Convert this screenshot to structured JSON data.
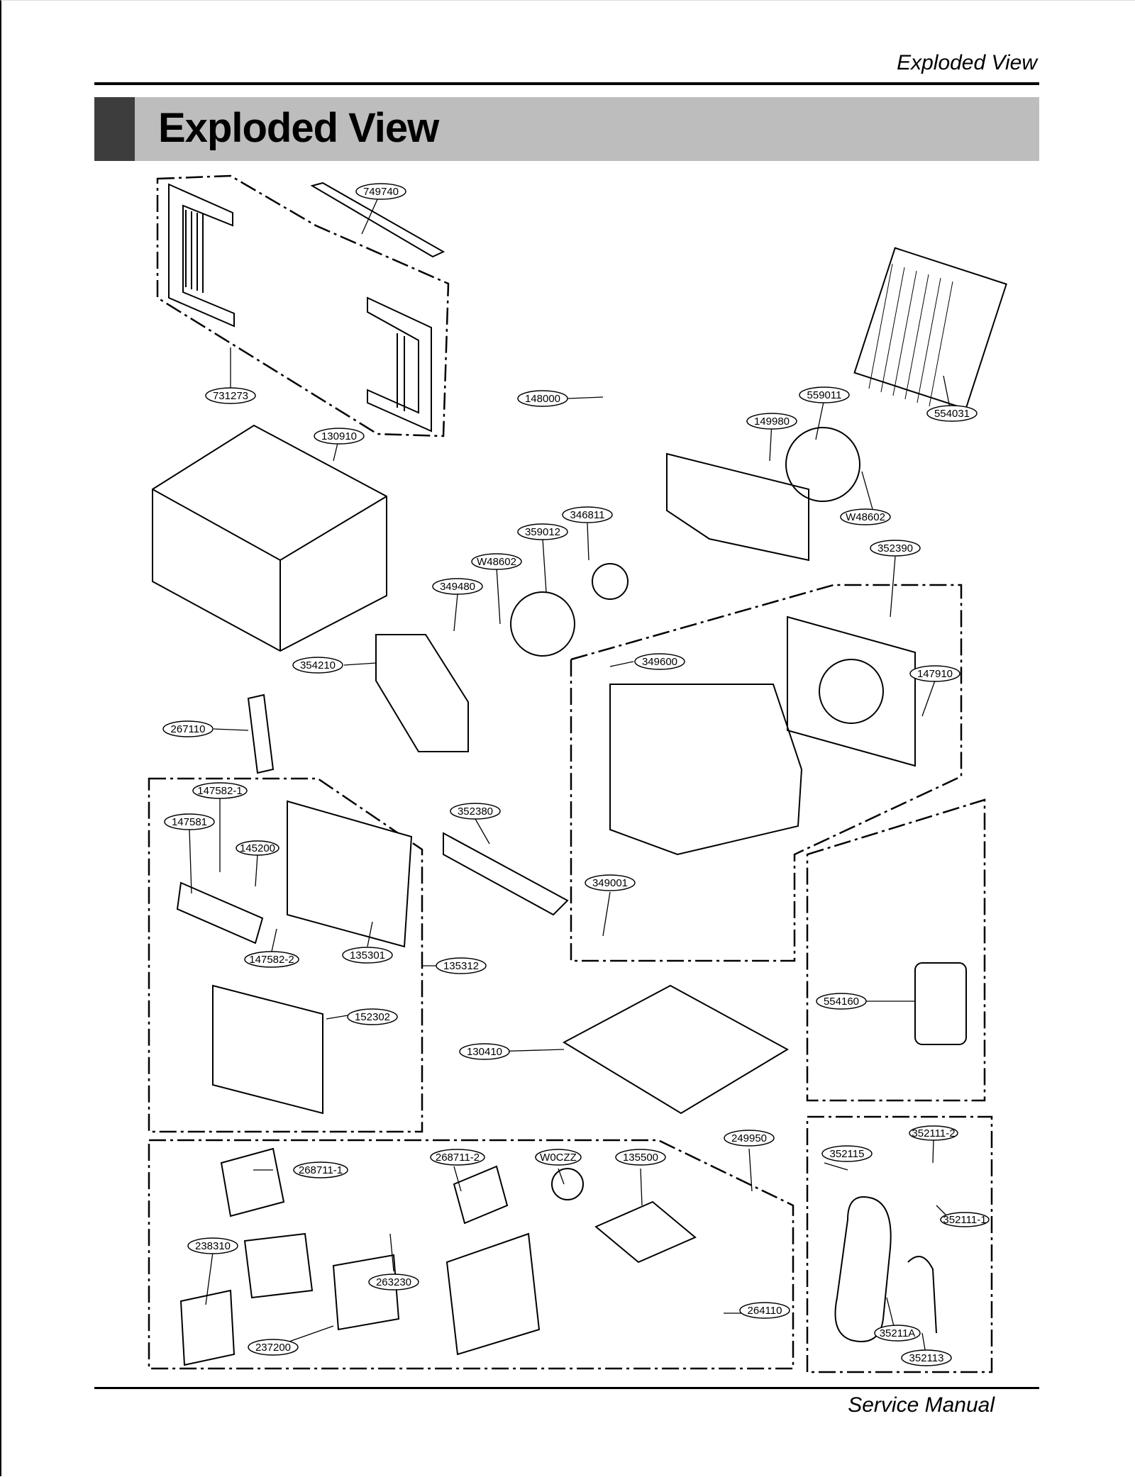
{
  "header": {
    "caption": "Exploded View"
  },
  "title": "Exploded View",
  "footer": {
    "caption": "Service Manual"
  },
  "callouts": [
    {
      "id": "749740",
      "label": "749740"
    },
    {
      "id": "731273",
      "label": "731273"
    },
    {
      "id": "148000",
      "label": "148000"
    },
    {
      "id": "559011",
      "label": "559011"
    },
    {
      "id": "554031",
      "label": "554031"
    },
    {
      "id": "130910",
      "label": "130910"
    },
    {
      "id": "149980",
      "label": "149980"
    },
    {
      "id": "346811",
      "label": "346811"
    },
    {
      "id": "359012",
      "label": "359012"
    },
    {
      "id": "W48602-a",
      "label": "W48602"
    },
    {
      "id": "W48602-b",
      "label": "W48602"
    },
    {
      "id": "352390",
      "label": "352390"
    },
    {
      "id": "349480",
      "label": "349480"
    },
    {
      "id": "349600",
      "label": "349600"
    },
    {
      "id": "354210",
      "label": "354210"
    },
    {
      "id": "147910",
      "label": "147910"
    },
    {
      "id": "267110",
      "label": "267110"
    },
    {
      "id": "147582-1",
      "label": "147582-1"
    },
    {
      "id": "147581",
      "label": "147581"
    },
    {
      "id": "145200",
      "label": "145200"
    },
    {
      "id": "352380",
      "label": "352380"
    },
    {
      "id": "349001",
      "label": "349001"
    },
    {
      "id": "147582-2",
      "label": "147582-2"
    },
    {
      "id": "135301",
      "label": "135301"
    },
    {
      "id": "135312",
      "label": "135312"
    },
    {
      "id": "554160",
      "label": "554160"
    },
    {
      "id": "152302",
      "label": "152302"
    },
    {
      "id": "130410",
      "label": "130410"
    },
    {
      "id": "249950",
      "label": "249950"
    },
    {
      "id": "352111-2",
      "label": "352111-2"
    },
    {
      "id": "268711-1",
      "label": "268711-1"
    },
    {
      "id": "268711-2",
      "label": "268711-2"
    },
    {
      "id": "W0CZZ",
      "label": "W0CZZ"
    },
    {
      "id": "135500",
      "label": "135500"
    },
    {
      "id": "352115",
      "label": "352115"
    },
    {
      "id": "352111-1",
      "label": "352111-1"
    },
    {
      "id": "238310",
      "label": "238310"
    },
    {
      "id": "263230",
      "label": "263230"
    },
    {
      "id": "264110",
      "label": "264110"
    },
    {
      "id": "237200",
      "label": "237200"
    },
    {
      "id": "35211A",
      "label": "35211A"
    },
    {
      "id": "352113",
      "label": "352113"
    }
  ]
}
